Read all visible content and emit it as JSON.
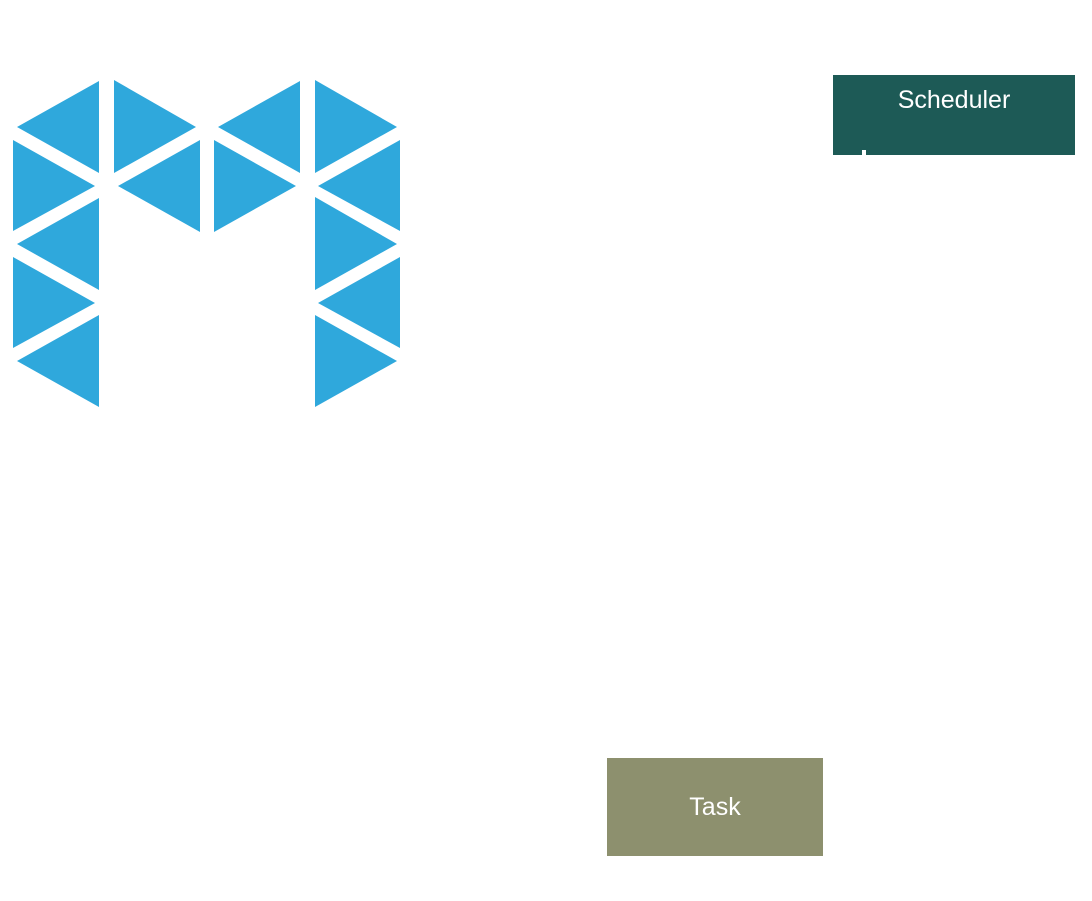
{
  "logo": {
    "name": "triangle-m-logo",
    "color": "#2fa8dc"
  },
  "nodes": {
    "scheduler": {
      "label": "Scheduler",
      "color": "#1d5a56"
    },
    "task": {
      "label": "Task",
      "color": "#8d906e"
    }
  }
}
